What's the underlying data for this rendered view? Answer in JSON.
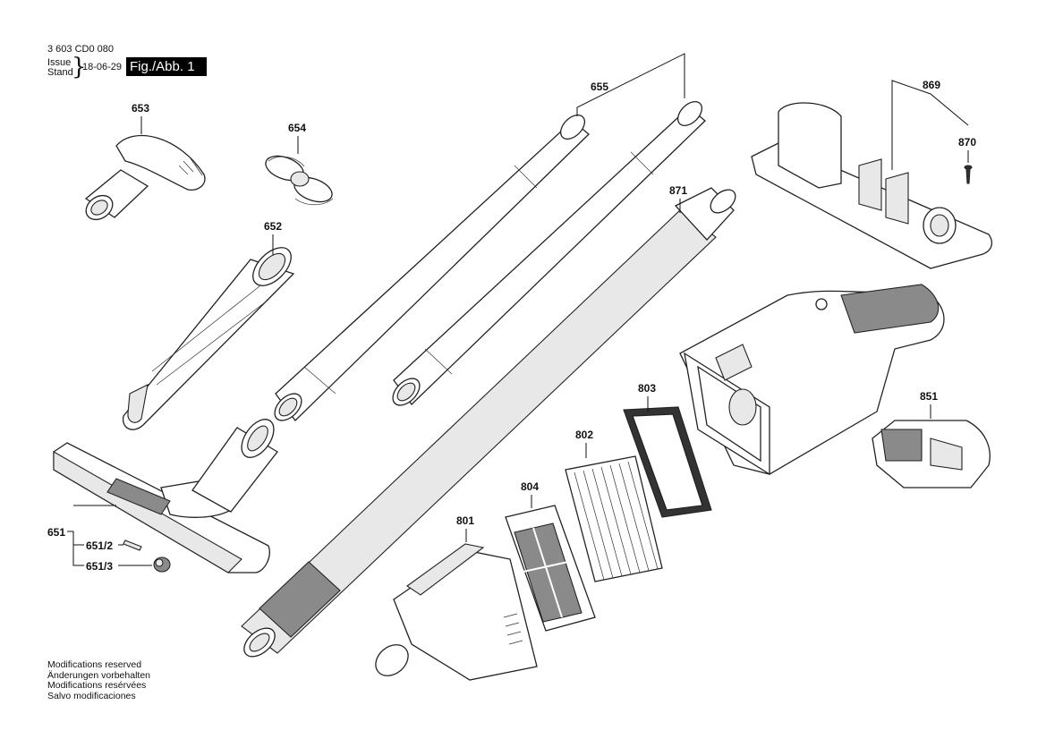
{
  "header": {
    "code": "3 603 CD0 080",
    "issue": "Issue",
    "stand": "Stand",
    "date": "18-06-29",
    "figure": "Fig./Abb. 1"
  },
  "parts": {
    "p651": "651",
    "p651_2": "651/2",
    "p651_3": "651/3",
    "p652": "652",
    "p653": "653",
    "p654": "654",
    "p655": "655",
    "p801": "801",
    "p802": "802",
    "p803": "803",
    "p804": "804",
    "p851": "851",
    "p869": "869",
    "p870": "870",
    "p871": "871"
  },
  "notes": [
    "Modifications reserved",
    "Änderungen vorbehalten",
    "Modifications resérvées",
    "Salvo modificaciones"
  ]
}
